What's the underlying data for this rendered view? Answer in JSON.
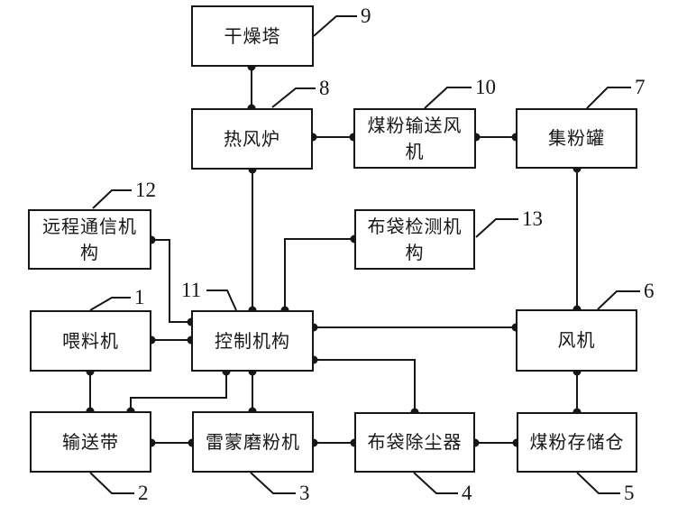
{
  "figure": {
    "background_color": "#ffffff",
    "line_color": "#161616",
    "description": "Block diagram of a coal powder production line control system with numbered components"
  },
  "nodes": [
    {
      "id": "drying-tower",
      "label": "干燥塔",
      "ref": "9"
    },
    {
      "id": "hot-air-furnace",
      "label": "热风炉",
      "ref": "8"
    },
    {
      "id": "coal-powder-conveying-fan",
      "label": "煤粉输送风机",
      "ref": "10"
    },
    {
      "id": "powder-collecting-tank",
      "label": "集粉罐",
      "ref": "7"
    },
    {
      "id": "remote-communication-mechanism",
      "label": "远程通信机构",
      "ref": "12"
    },
    {
      "id": "bag-detection-mechanism",
      "label": "布袋检测机构",
      "ref": "13"
    },
    {
      "id": "feeder",
      "label": "喂料机",
      "ref": "1"
    },
    {
      "id": "control-mechanism",
      "label": "控制机构",
      "ref": "11"
    },
    {
      "id": "fan",
      "label": "风机",
      "ref": "6"
    },
    {
      "id": "conveyor-belt",
      "label": "输送带",
      "ref": "2"
    },
    {
      "id": "raymond-mill",
      "label": "雷蒙磨粉机",
      "ref": "3"
    },
    {
      "id": "bag-dust-collector",
      "label": "布袋除尘器",
      "ref": "4"
    },
    {
      "id": "coal-powder-storage-bin",
      "label": "煤粉存储仓",
      "ref": "5"
    }
  ],
  "connections": [
    {
      "from": "drying-tower",
      "to": "hot-air-furnace"
    },
    {
      "from": "hot-air-furnace",
      "to": "coal-powder-conveying-fan"
    },
    {
      "from": "coal-powder-conveying-fan",
      "to": "powder-collecting-tank"
    },
    {
      "from": "powder-collecting-tank",
      "to": "fan"
    },
    {
      "from": "hot-air-furnace",
      "to": "control-mechanism"
    },
    {
      "from": "bag-detection-mechanism",
      "to": "control-mechanism"
    },
    {
      "from": "remote-communication-mechanism",
      "to": "control-mechanism"
    },
    {
      "from": "feeder",
      "to": "control-mechanism"
    },
    {
      "from": "feeder",
      "to": "conveyor-belt"
    },
    {
      "from": "control-mechanism",
      "to": "conveyor-belt"
    },
    {
      "from": "control-mechanism",
      "to": "raymond-mill"
    },
    {
      "from": "control-mechanism",
      "to": "fan"
    },
    {
      "from": "control-mechanism",
      "to": "bag-dust-collector"
    },
    {
      "from": "conveyor-belt",
      "to": "raymond-mill"
    },
    {
      "from": "raymond-mill",
      "to": "bag-dust-collector"
    },
    {
      "from": "bag-dust-collector",
      "to": "coal-powder-storage-bin"
    },
    {
      "from": "fan",
      "to": "coal-powder-storage-bin"
    }
  ]
}
